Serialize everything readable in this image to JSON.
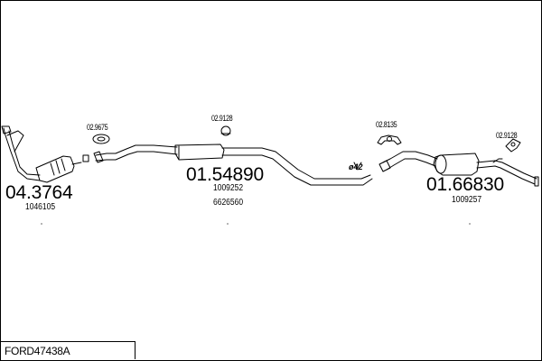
{
  "parts": {
    "front": {
      "code": "04.3764",
      "oe": "1046105"
    },
    "middle": {
      "code": "01.54890",
      "oe1": "1009252",
      "oe2": "6626560"
    },
    "rear": {
      "code": "01.66830",
      "oe": "1009257"
    }
  },
  "fittings": {
    "gasket_front": "02.9675",
    "mount_middle": "02.9128",
    "mount_rear_left": "02.8135",
    "mount_rear_right": "02.9128"
  },
  "pipe_diameter": "ø42",
  "footer": {
    "kit_code": "FORD47438A"
  }
}
